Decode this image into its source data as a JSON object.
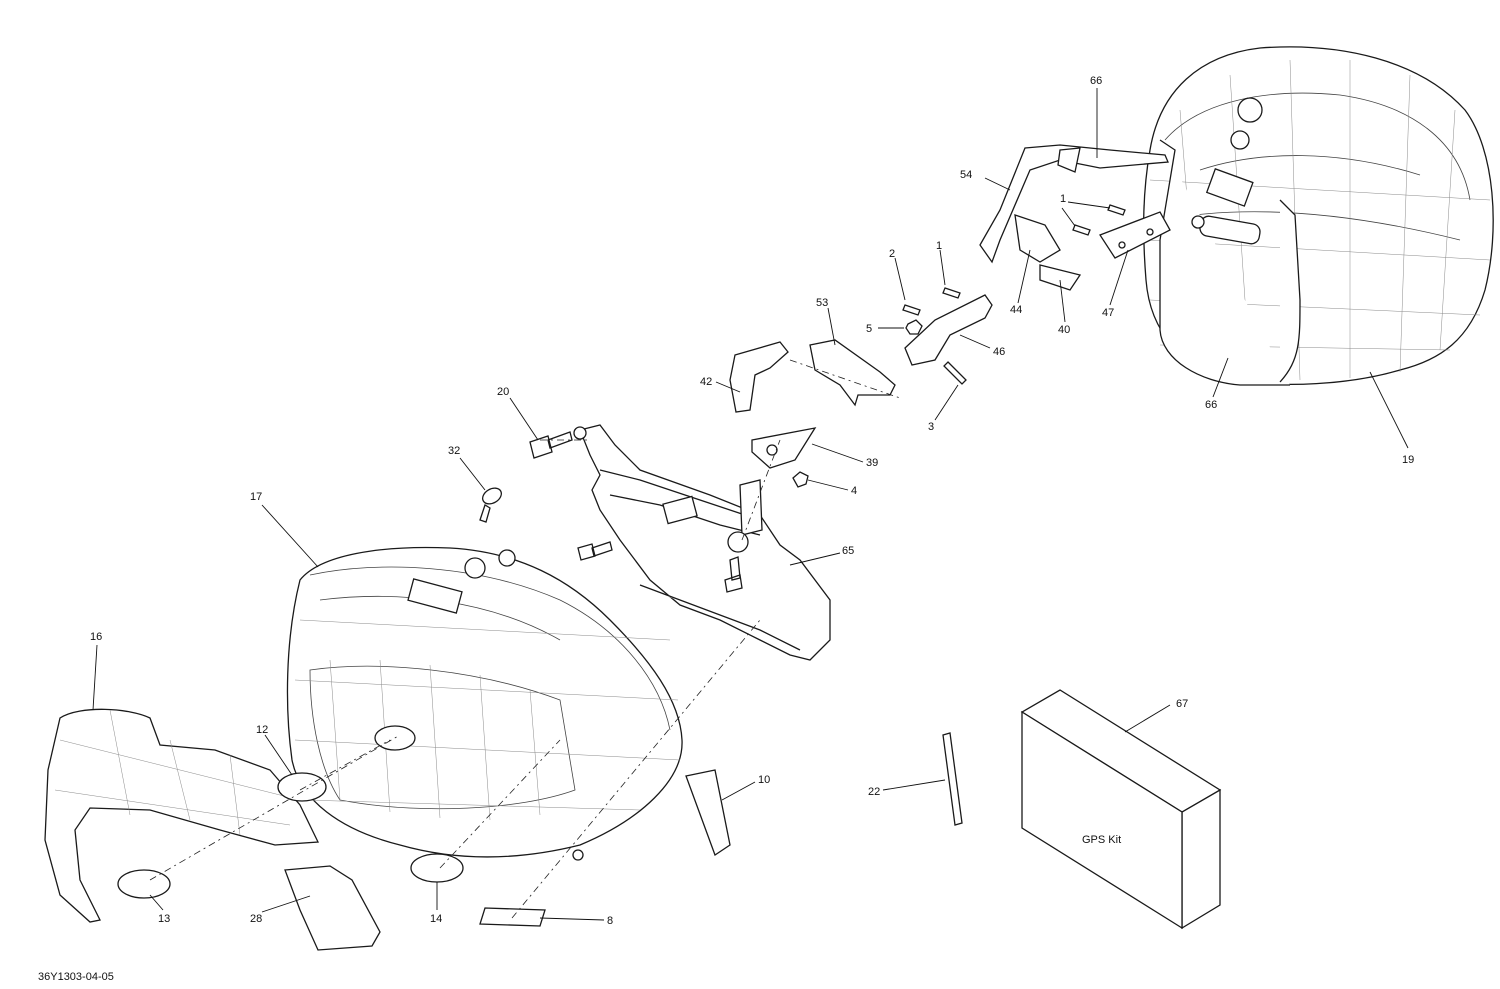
{
  "diagram": {
    "reference_code": "36Y1303-04-05",
    "kit_box_label": "GPS Kit",
    "callouts": [
      "66",
      "54",
      "1",
      "1",
      "2",
      "5",
      "53",
      "46",
      "44",
      "40",
      "47",
      "66",
      "19",
      "42",
      "3",
      "20",
      "39",
      "32",
      "4",
      "17",
      "65",
      "16",
      "12",
      "67",
      "10",
      "22",
      "13",
      "28",
      "14",
      "8"
    ]
  }
}
